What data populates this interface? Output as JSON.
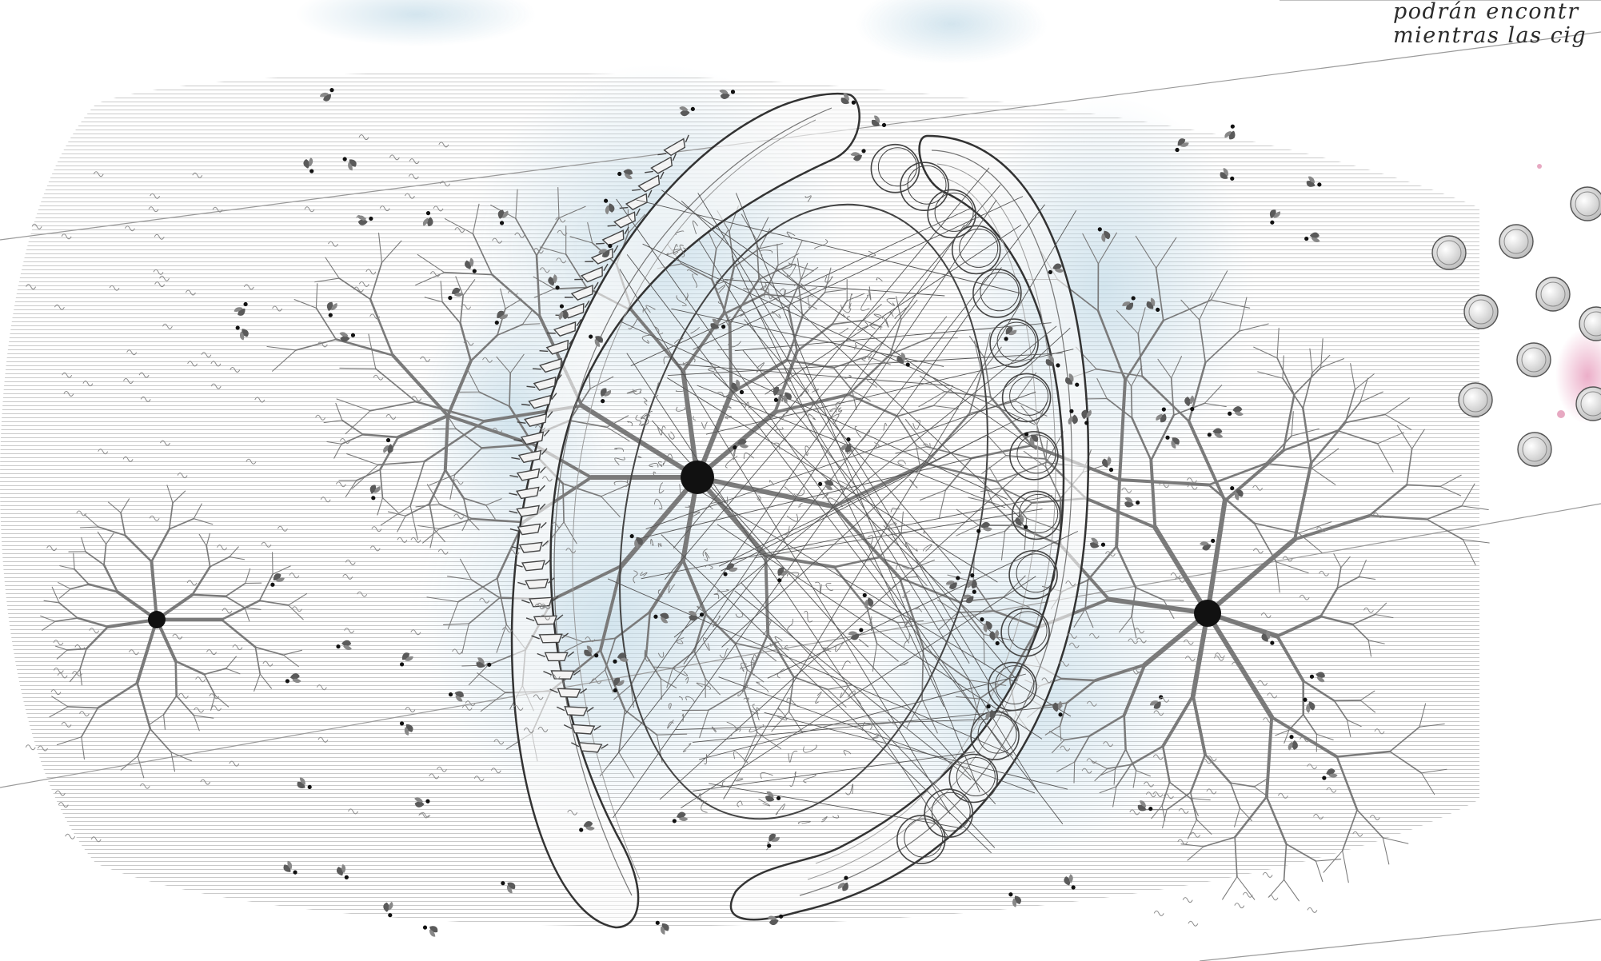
{
  "caption": {
    "line1": "podrán encontr",
    "line2": "mientras las cig"
  },
  "colors": {
    "background": "#ffffff",
    "hatch": "#c4c4c4",
    "wash": "#cfe3ee",
    "ink": "#2a2a2a",
    "node": "#111111",
    "pink": "#e7a9c2"
  },
  "icons": [
    "neuron-node",
    "leaf-cluster",
    "egg-sphere",
    "spiral-tube"
  ]
}
